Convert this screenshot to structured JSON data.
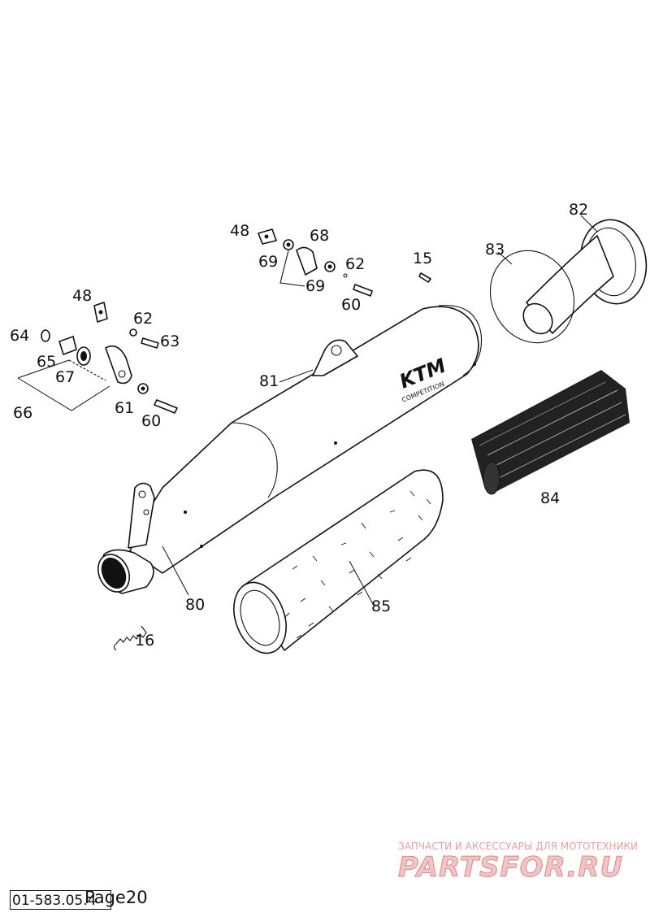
{
  "diagram": {
    "callouts": {
      "c48a": "48",
      "c68": "68",
      "c69a": "69",
      "c69b": "69",
      "c62a": "62",
      "c60a": "60",
      "c15": "15",
      "c82": "82",
      "c83": "83",
      "c48b": "48",
      "c62b": "62",
      "c64": "64",
      "c63": "63",
      "c65": "65",
      "c67": "67",
      "c66": "66",
      "c61": "61",
      "c60b": "60",
      "c81": "81",
      "c84": "84",
      "c80": "80",
      "c85": "85",
      "c16": "16"
    },
    "brand": {
      "logo": "KTM",
      "sub": "COMPETITION"
    }
  },
  "watermark": {
    "tagline": "ЗАПЧАСТИ И АКСЕССУАРЫ ДЛЯ МОТОТЕХНИКИ",
    "logo": "PARTSFOR.RU"
  },
  "footer": {
    "code": "01-583.05.4",
    "page": "Page20"
  }
}
